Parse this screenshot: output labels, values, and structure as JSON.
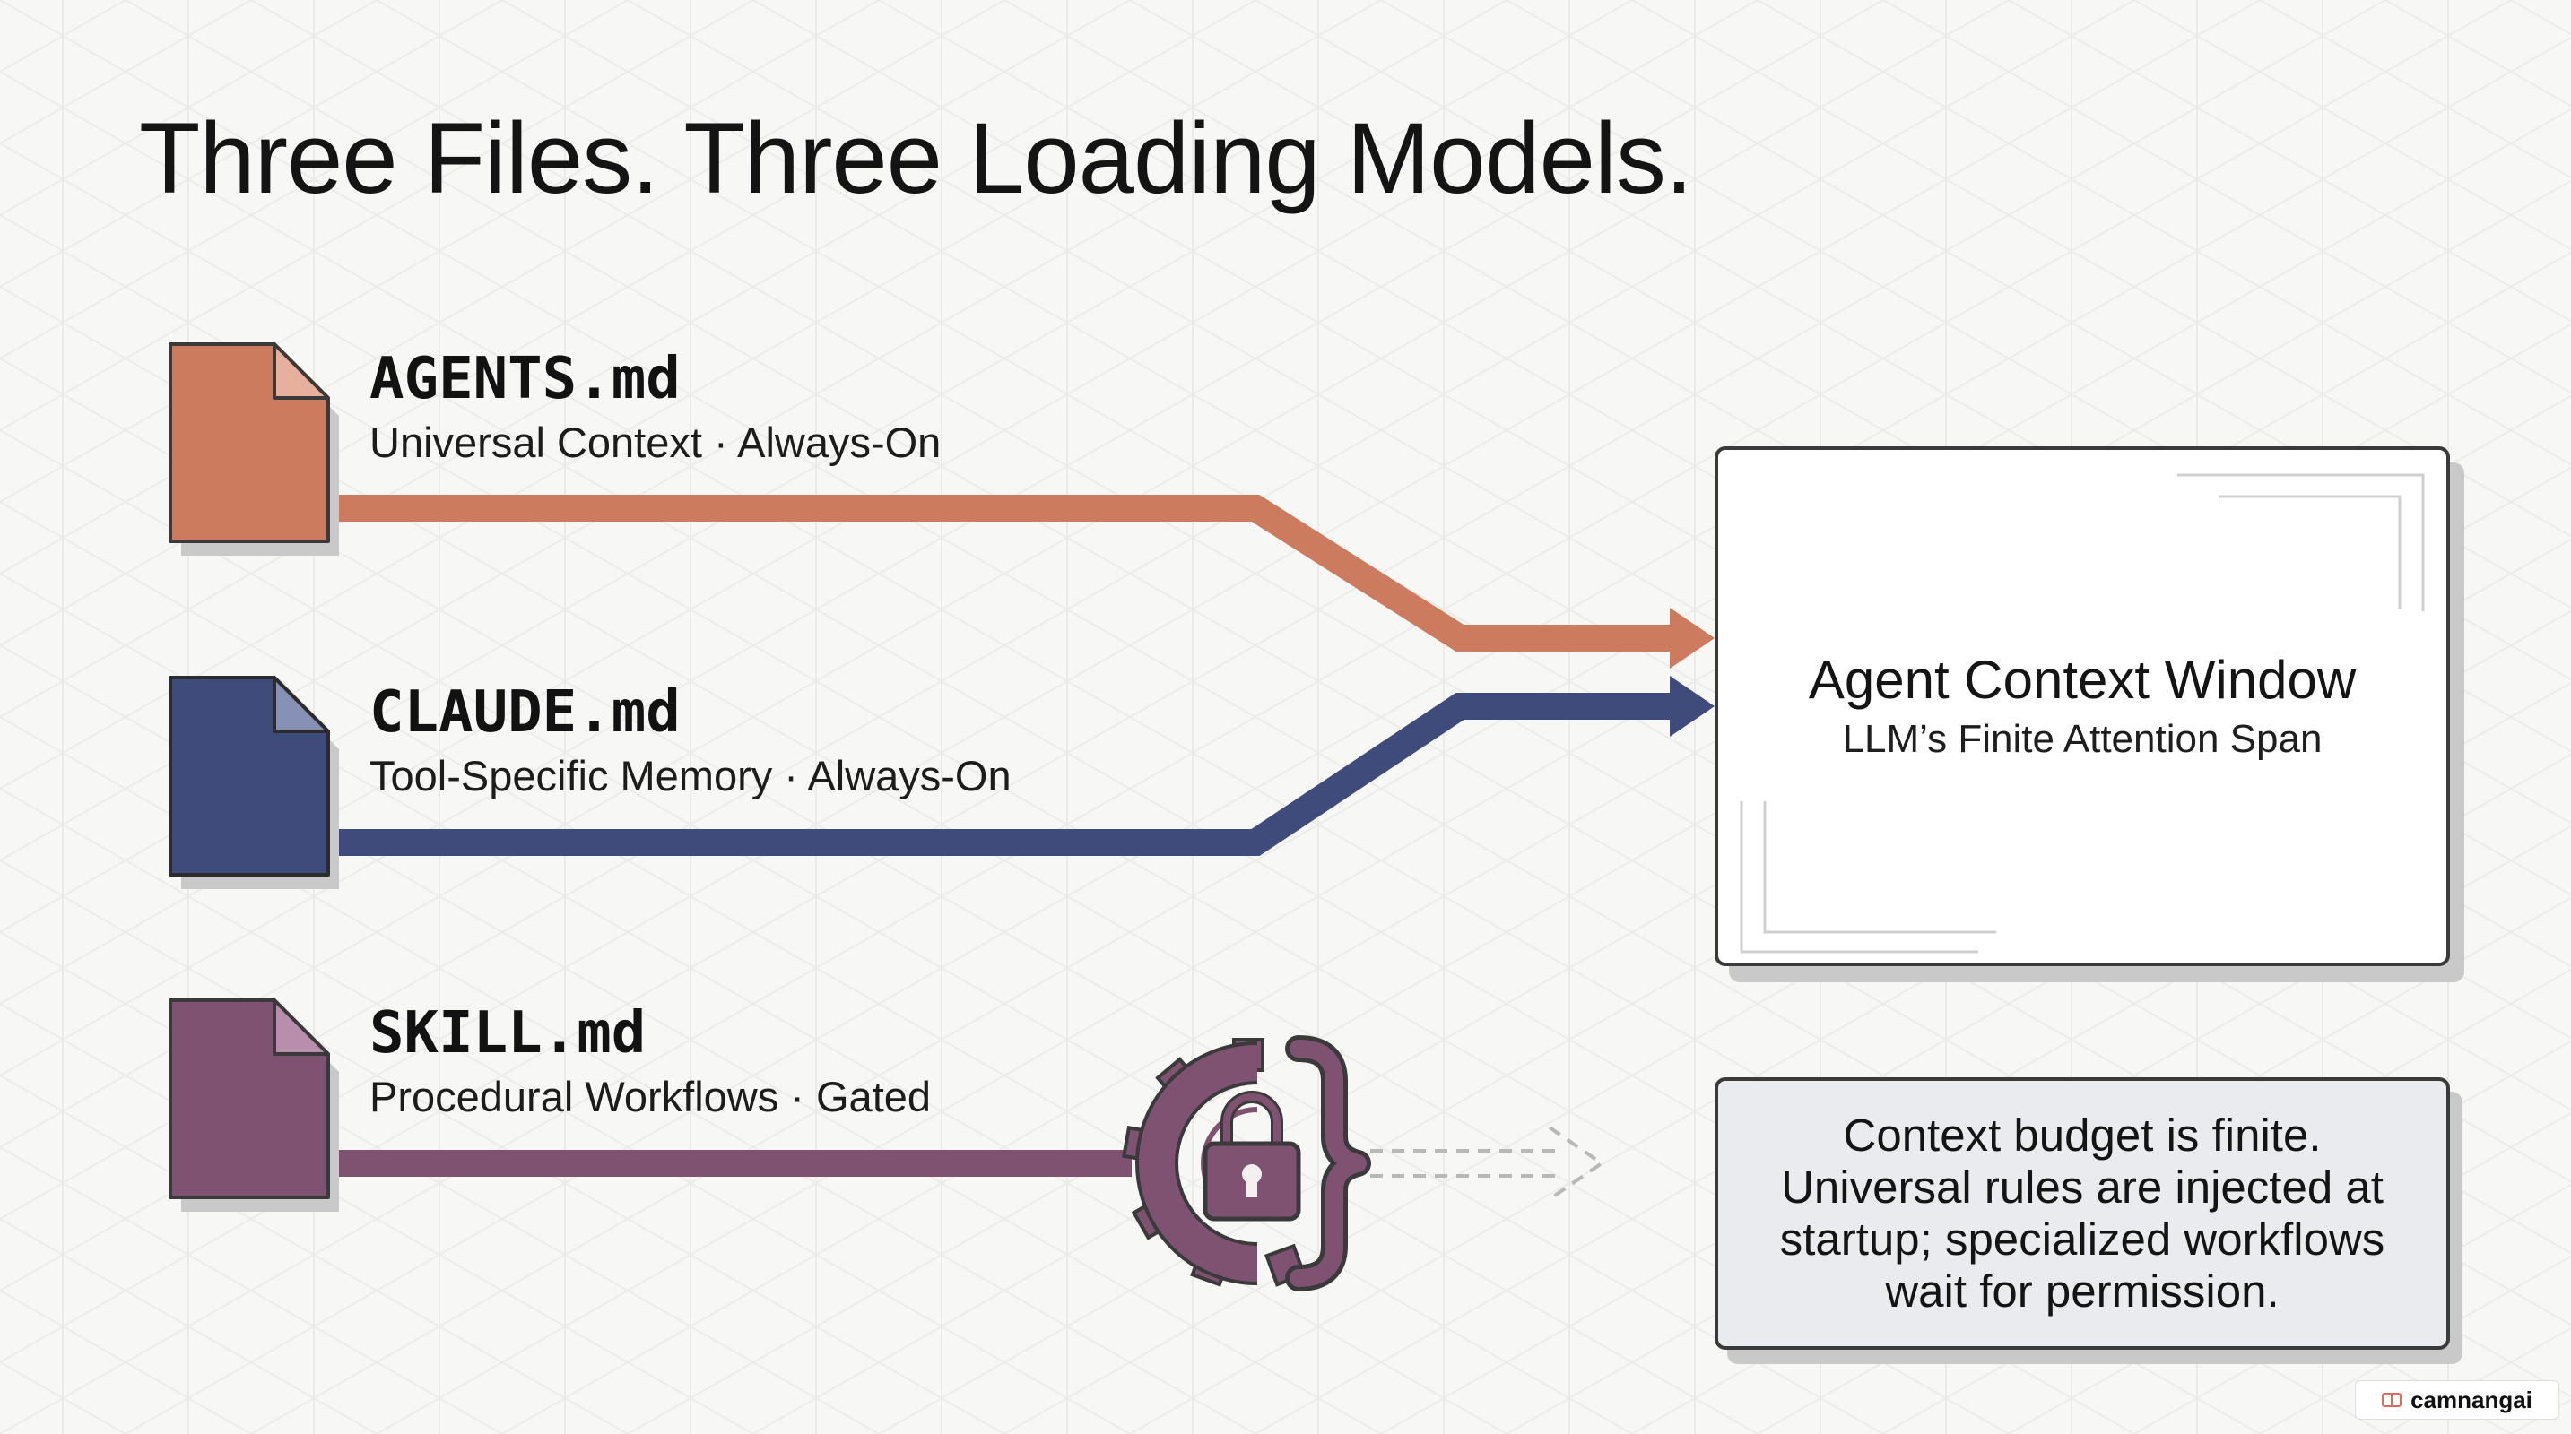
{
  "title": "Three Files. Three Loading Models.",
  "colors": {
    "agents": "#cd7b5f",
    "claude": "#3f4b7a",
    "skill": "#7e5270",
    "ink": "#3a3a3a",
    "background": "#f7f7f5"
  },
  "files": [
    {
      "name": "AGENTS.md",
      "subtitle": "Universal Context · Always-On",
      "icon": "document-icon"
    },
    {
      "name": "CLAUDE.md",
      "subtitle": "Tool-Specific Memory · Always-On",
      "icon": "document-icon"
    },
    {
      "name": "SKILL.md",
      "subtitle": "Procedural Workflows · Gated",
      "icon": "document-icon"
    }
  ],
  "gate": {
    "icon": "gear-lock-braces-icon"
  },
  "context_window": {
    "title": "Agent Context Window",
    "subtitle": "LLM’s Finite Attention Span"
  },
  "note": {
    "text": "Context budget is finite. Universal rules are injected at startup; specialized workflows wait for permission."
  },
  "watermark": {
    "text": "camnangai"
  }
}
